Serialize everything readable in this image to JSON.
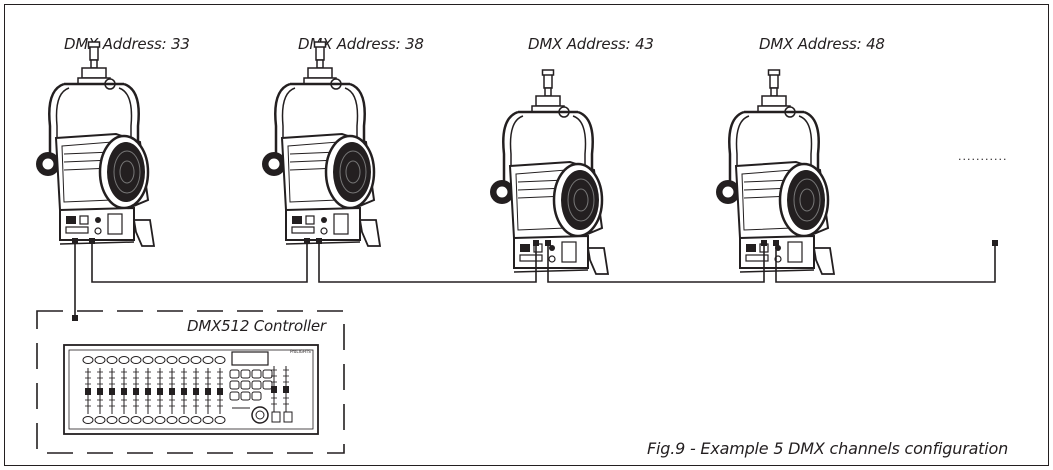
{
  "fixtures": [
    {
      "address_label": "DMX Address: 33"
    },
    {
      "address_label": "DMX Address: 38"
    },
    {
      "address_label": "DMX Address: 43"
    },
    {
      "address_label": "DMX Address: 48"
    }
  ],
  "continuation": "...........",
  "controller": {
    "label": "DMX512 Controller",
    "brand": "ProLIGHTS"
  },
  "caption": "Fig.9 - Example 5 DMX channels configuration",
  "colors": {
    "line": "#231f20",
    "background": "#ffffff"
  }
}
